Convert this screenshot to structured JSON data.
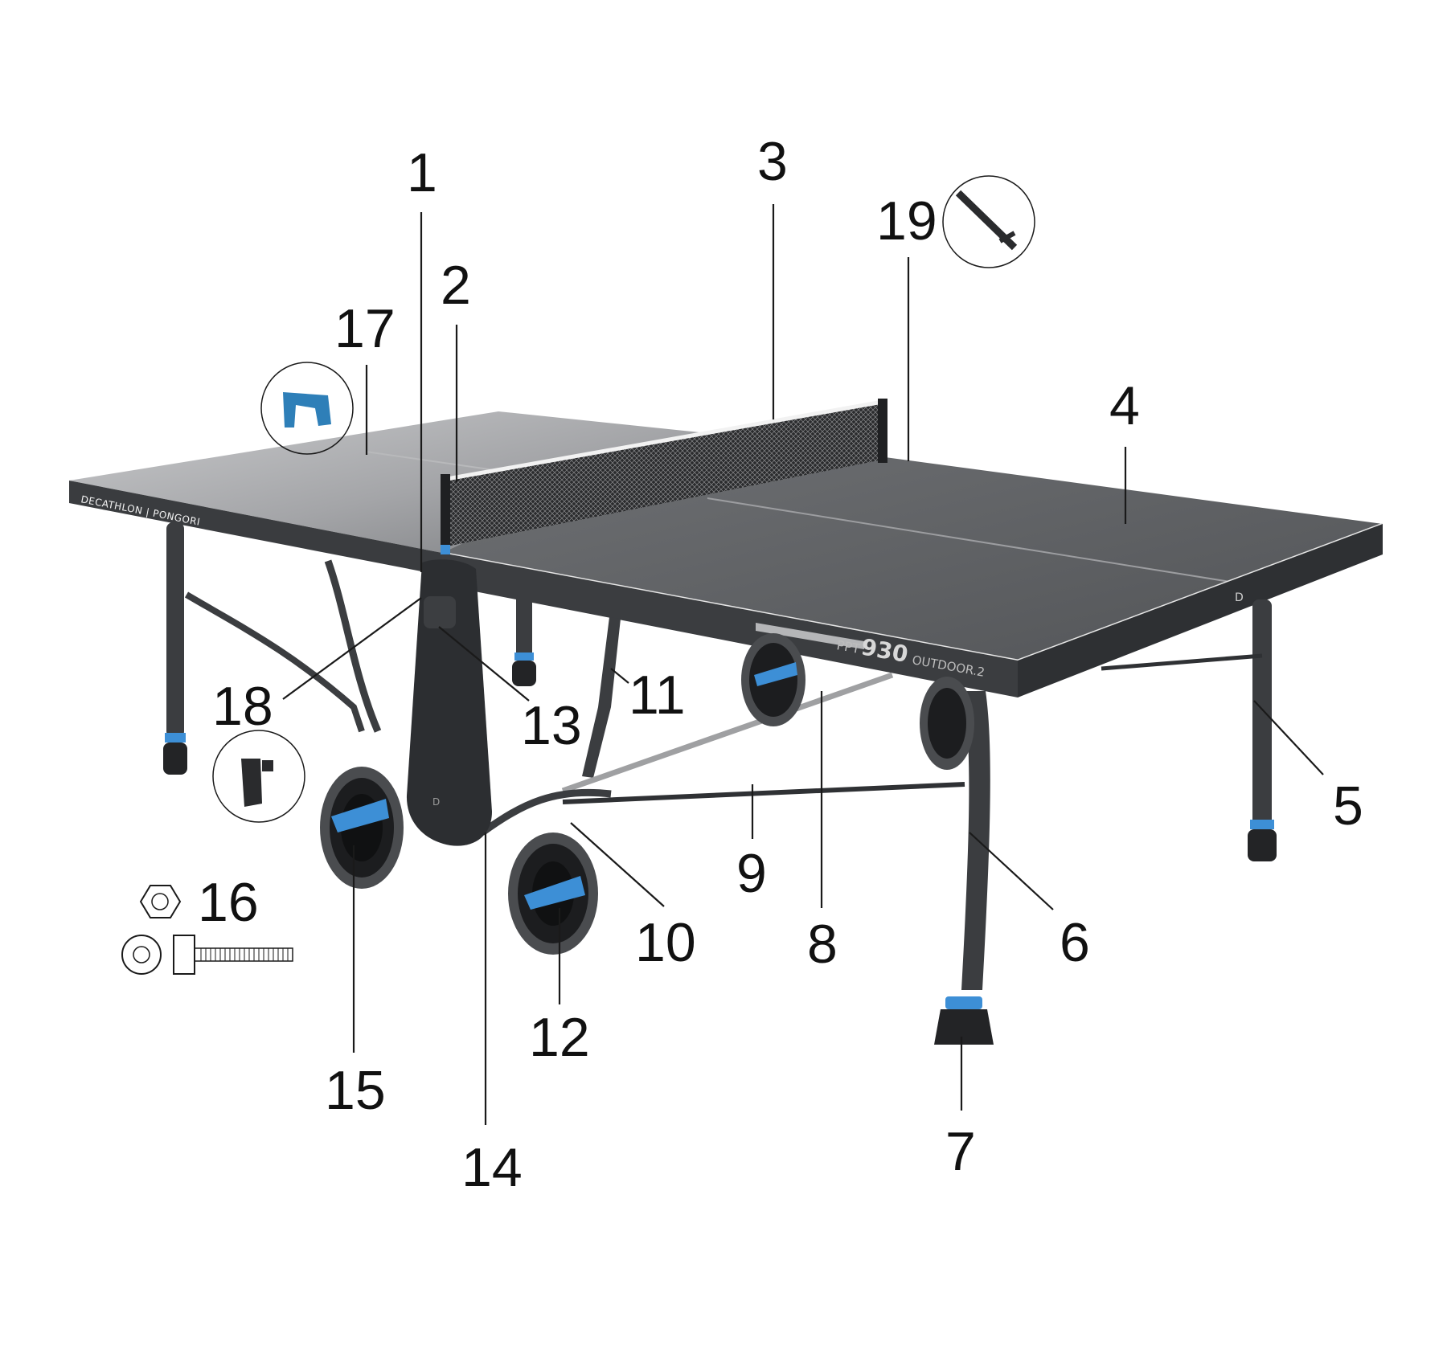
{
  "brand_label": "DECATHLON | PONGORI",
  "model_label": {
    "prefix": "PPT",
    "number": "930",
    "suffix": "OUTDOOR.2"
  },
  "callouts": [
    {
      "id": "1",
      "label": "1"
    },
    {
      "id": "2",
      "label": "2"
    },
    {
      "id": "3",
      "label": "3"
    },
    {
      "id": "4",
      "label": "4"
    },
    {
      "id": "5",
      "label": "5"
    },
    {
      "id": "6",
      "label": "6"
    },
    {
      "id": "7",
      "label": "7"
    },
    {
      "id": "8",
      "label": "8"
    },
    {
      "id": "9",
      "label": "9"
    },
    {
      "id": "10",
      "label": "10"
    },
    {
      "id": "11",
      "label": "11"
    },
    {
      "id": "12",
      "label": "12"
    },
    {
      "id": "13",
      "label": "13"
    },
    {
      "id": "14",
      "label": "14"
    },
    {
      "id": "15",
      "label": "15"
    },
    {
      "id": "16",
      "label": "16"
    },
    {
      "id": "17",
      "label": "17"
    },
    {
      "id": "18",
      "label": "18"
    },
    {
      "id": "19",
      "label": "19"
    }
  ],
  "colors": {
    "table_surface": "#5e6063",
    "table_surface_light": "#9a9b9d",
    "frame": "#3b3d40",
    "accent_blue": "#3d8fd6",
    "line": "#1a1a1a"
  }
}
